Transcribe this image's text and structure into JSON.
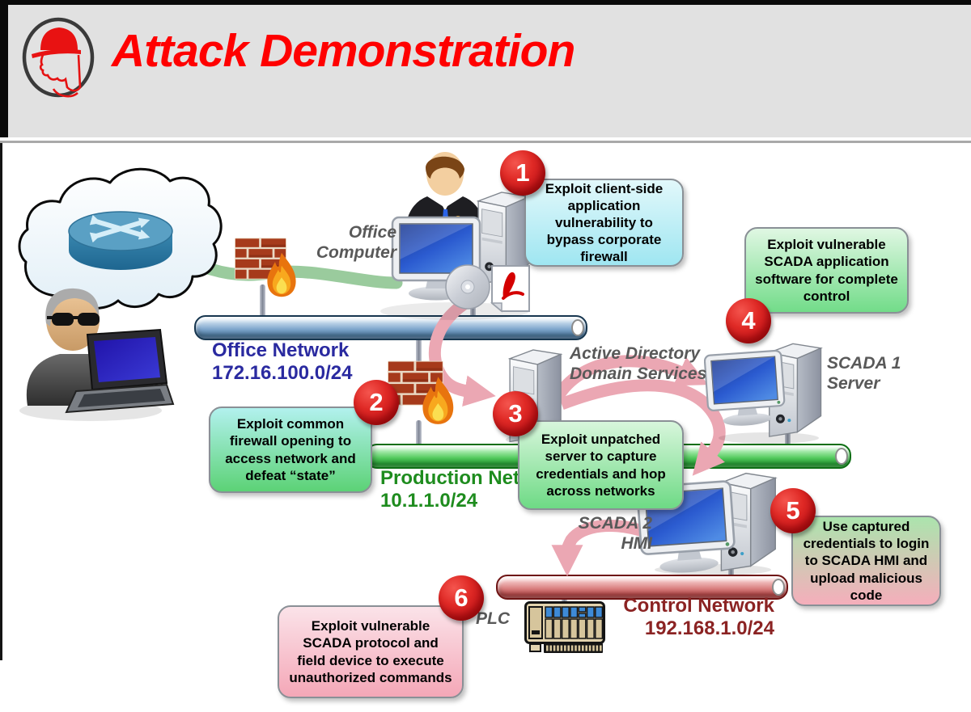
{
  "header": {
    "title": "Attack Demonstration"
  },
  "colors": {
    "title": "#FF0000",
    "badge_red": "#D01A20",
    "office_network_label": "#2A2AA0",
    "production_network_label": "#1E8C1E",
    "control_network_label": "#8B2323",
    "green_arrow": "#9ACB9D",
    "pink_arrow": "#EBA7B3"
  },
  "networks": {
    "office": {
      "name": "Office Network",
      "subnet": "172.16.100.0/24"
    },
    "production": {
      "name": "Production Network",
      "subnet": "10.1.1.0/24"
    },
    "control": {
      "name": "Control Network",
      "subnet": "192.168.1.0/24"
    }
  },
  "devices": {
    "office_computer": {
      "line1": "Office",
      "line2": "Computer"
    },
    "active_directory": {
      "line1": "Active Directory",
      "line2": "Domain Services"
    },
    "scada1": {
      "line1": "SCADA 1",
      "line2": "Server"
    },
    "scada2": {
      "line1": "SCADA 2",
      "line2": "HMI"
    },
    "plc": {
      "label": "PLC"
    }
  },
  "steps": [
    {
      "number": "1",
      "text": "Exploit client-side application vulnerability to bypass corporate firewall"
    },
    {
      "number": "2",
      "text": "Exploit common firewall opening to access network and defeat “state”"
    },
    {
      "number": "3",
      "text": "Exploit unpatched server to capture credentials and hop across networks"
    },
    {
      "number": "4",
      "text": "Exploit vulnerable SCADA application software for complete control"
    },
    {
      "number": "5",
      "text": "Use captured credentials to login to SCADA HMI and upload malicious code"
    },
    {
      "number": "6",
      "text": "Exploit vulnerable SCADA protocol and field device to execute unauthorized commands"
    }
  ]
}
